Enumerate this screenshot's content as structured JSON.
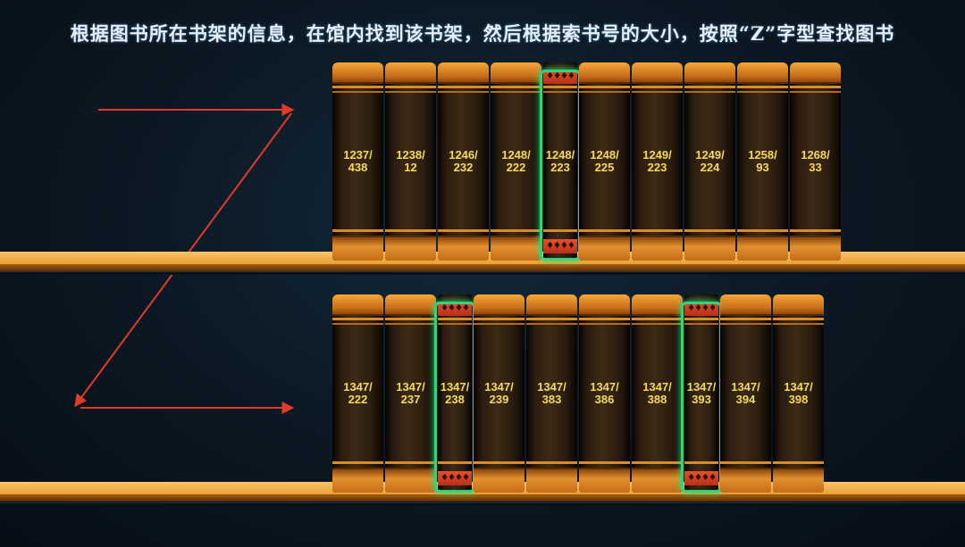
{
  "title": "根据图书所在书架的信息，在馆内找到该书架，然后根据索书号的大小，按照“Z”字型查找图书",
  "colors": {
    "highlight": "#34d27a",
    "arrow": "#e23a2a",
    "label": "#f4d95a",
    "shelf": "#f0ad45"
  },
  "ornament": "♦♦♦♦",
  "shelves": [
    {
      "books": [
        {
          "call_number": "1237/\n438",
          "highlighted": false
        },
        {
          "call_number": "1238/\n12",
          "highlighted": false
        },
        {
          "call_number": "1246/\n232",
          "highlighted": false
        },
        {
          "call_number": "1248/\n222",
          "highlighted": false
        },
        {
          "call_number": "1248/\n223",
          "highlighted": true
        },
        {
          "call_number": "1248/\n225",
          "highlighted": false
        },
        {
          "call_number": "1249/\n223",
          "highlighted": false
        },
        {
          "call_number": "1249/\n224",
          "highlighted": false
        },
        {
          "call_number": "1258/\n93",
          "highlighted": false
        },
        {
          "call_number": "1268/\n33",
          "highlighted": false
        }
      ]
    },
    {
      "books": [
        {
          "call_number": "1347/\n222",
          "highlighted": false
        },
        {
          "call_number": "1347/\n237",
          "highlighted": false
        },
        {
          "call_number": "1347/\n238",
          "highlighted": true
        },
        {
          "call_number": "1347/\n239",
          "highlighted": false
        },
        {
          "call_number": "1347/\n383",
          "highlighted": false
        },
        {
          "call_number": "1347/\n386",
          "highlighted": false
        },
        {
          "call_number": "1347/\n388",
          "highlighted": false
        },
        {
          "call_number": "1347/\n393",
          "highlighted": true
        },
        {
          "call_number": "1347/\n394",
          "highlighted": false
        },
        {
          "call_number": "1347/\n398",
          "highlighted": false
        }
      ]
    }
  ]
}
